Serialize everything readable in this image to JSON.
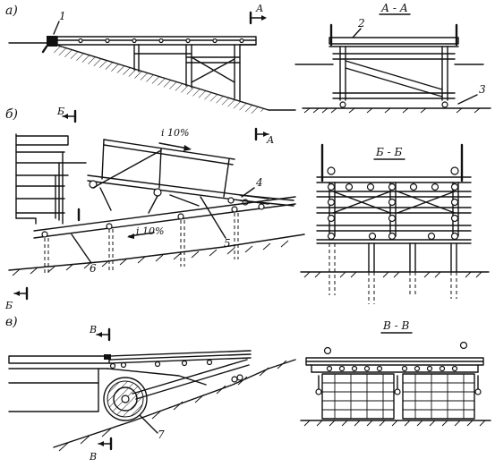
{
  "labels": {
    "fig_a": "а)",
    "fig_b": "б)",
    "fig_v": "в)",
    "sec_aa": "А - А",
    "sec_bb": "Б - Б",
    "sec_vv": "В - В",
    "cut_a1": "А",
    "cut_a2": "А",
    "cut_b1": "Б",
    "cut_b2": "Б",
    "cut_v1": "В",
    "cut_v2": "В",
    "slope1": "i  10%",
    "slope2": "i  10%",
    "n1": "1",
    "n2": "2",
    "n3": "3",
    "n4": "4",
    "n5": "5",
    "n6": "6",
    "n7": "7"
  }
}
